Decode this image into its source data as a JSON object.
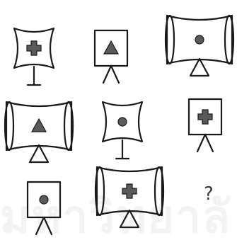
{
  "puzzle": {
    "missing_mark": "?",
    "watermark": "มหาวิทยาลั",
    "colors": {
      "ink": "#1a1a1a",
      "shape_fill": "#5a5a5a",
      "background": "#ffffff",
      "watermark": "#f3f3f3"
    },
    "grid": [
      {
        "frame": "concave-square",
        "base": "t-stand",
        "inner": "cross"
      },
      {
        "frame": "square",
        "base": "tripod",
        "inner": "triangle"
      },
      {
        "frame": "barrel",
        "base": "triangle-stand",
        "inner": "circle"
      },
      {
        "frame": "barrel",
        "base": "triangle-stand",
        "inner": "triangle"
      },
      {
        "frame": "concave-square",
        "base": "t-stand",
        "inner": "circle"
      },
      {
        "frame": "square",
        "base": "tripod",
        "inner": "cross"
      },
      {
        "frame": "square",
        "base": "tripod",
        "inner": "circle"
      },
      {
        "frame": "barrel",
        "base": "triangle-stand",
        "inner": "cross"
      }
    ]
  }
}
